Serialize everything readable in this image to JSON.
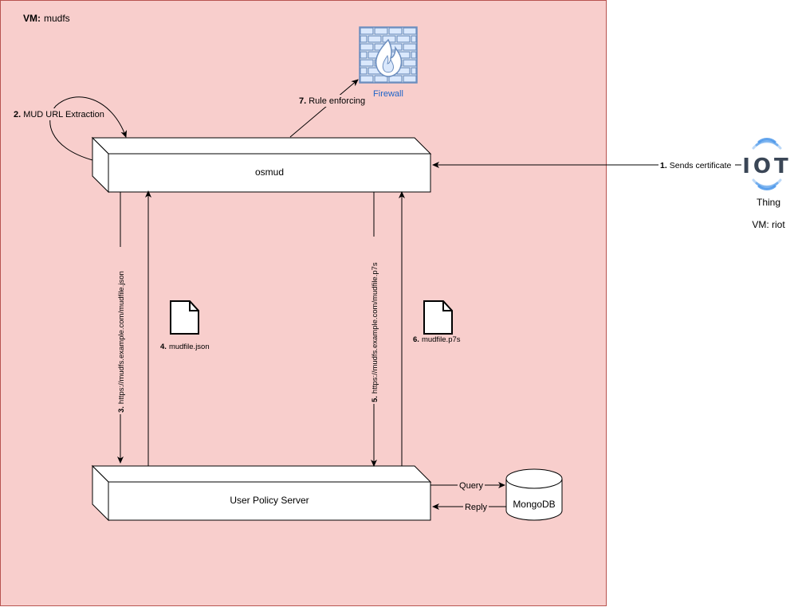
{
  "vm_main": {
    "prefix": "VM:",
    "name": "mudfs"
  },
  "vm_thing": {
    "label": "VM: riot"
  },
  "nodes": {
    "osmud": "osmud",
    "user_policy_server": "User Policy Server",
    "mongodb": "MongoDB",
    "firewall": "Firewall",
    "thing": "Thing",
    "iot_logo": "IOT"
  },
  "edges": {
    "step1": {
      "num": "1.",
      "text": "Sends certificate"
    },
    "step2": {
      "num": "2.",
      "text": "MUD URL Extraction"
    },
    "step3": {
      "num": "3.",
      "text": "https://mudfs.example.com/mudfile.json"
    },
    "step4": {
      "num": "4.",
      "text": "mudfile.json"
    },
    "step5": {
      "num": "5.",
      "text": "https://mudfs.example.com/mudfile.p7s"
    },
    "step6": {
      "num": "6.",
      "text": "mudfile.p7s"
    },
    "step7": {
      "num": "7.",
      "text": "Rule enforcing"
    },
    "query": "Query",
    "reply": "Reply"
  },
  "colors": {
    "vm_fill": "#f8cecc",
    "vm_border": "#b85450",
    "firewall": "#6c8ebf",
    "iot_blue": "#3d8ee8"
  },
  "icons": [
    "firewall-icon",
    "document-icon",
    "iot-icon"
  ]
}
